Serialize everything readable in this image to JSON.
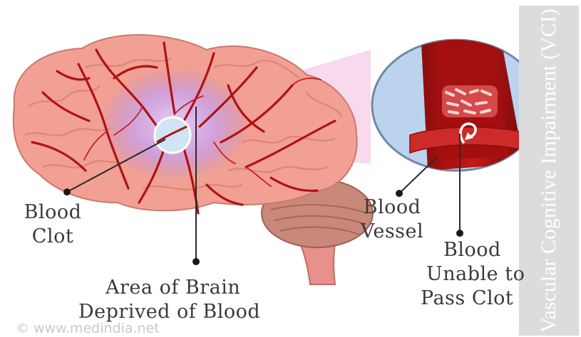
{
  "labels": {
    "blood_clot": [
      "Blood",
      "Clot"
    ],
    "area": [
      "Area of Brain",
      "Deprived of Blood"
    ],
    "blood_vessel": [
      "Blood",
      "Vessel"
    ],
    "unable": [
      "Blood",
      "Unable to",
      "Pass Clot"
    ]
  },
  "side_title": "Vascular Cognitive Impairment (VCI)",
  "watermark": "© www.medindia.net",
  "colors": {
    "brain": "#f2a296",
    "brain_shadow": "#d97a70",
    "vessel": "#b41414",
    "highlight": "#c9a8f0",
    "lens_bg": "#bcd2ee",
    "side_band": "#dcdcdc"
  }
}
